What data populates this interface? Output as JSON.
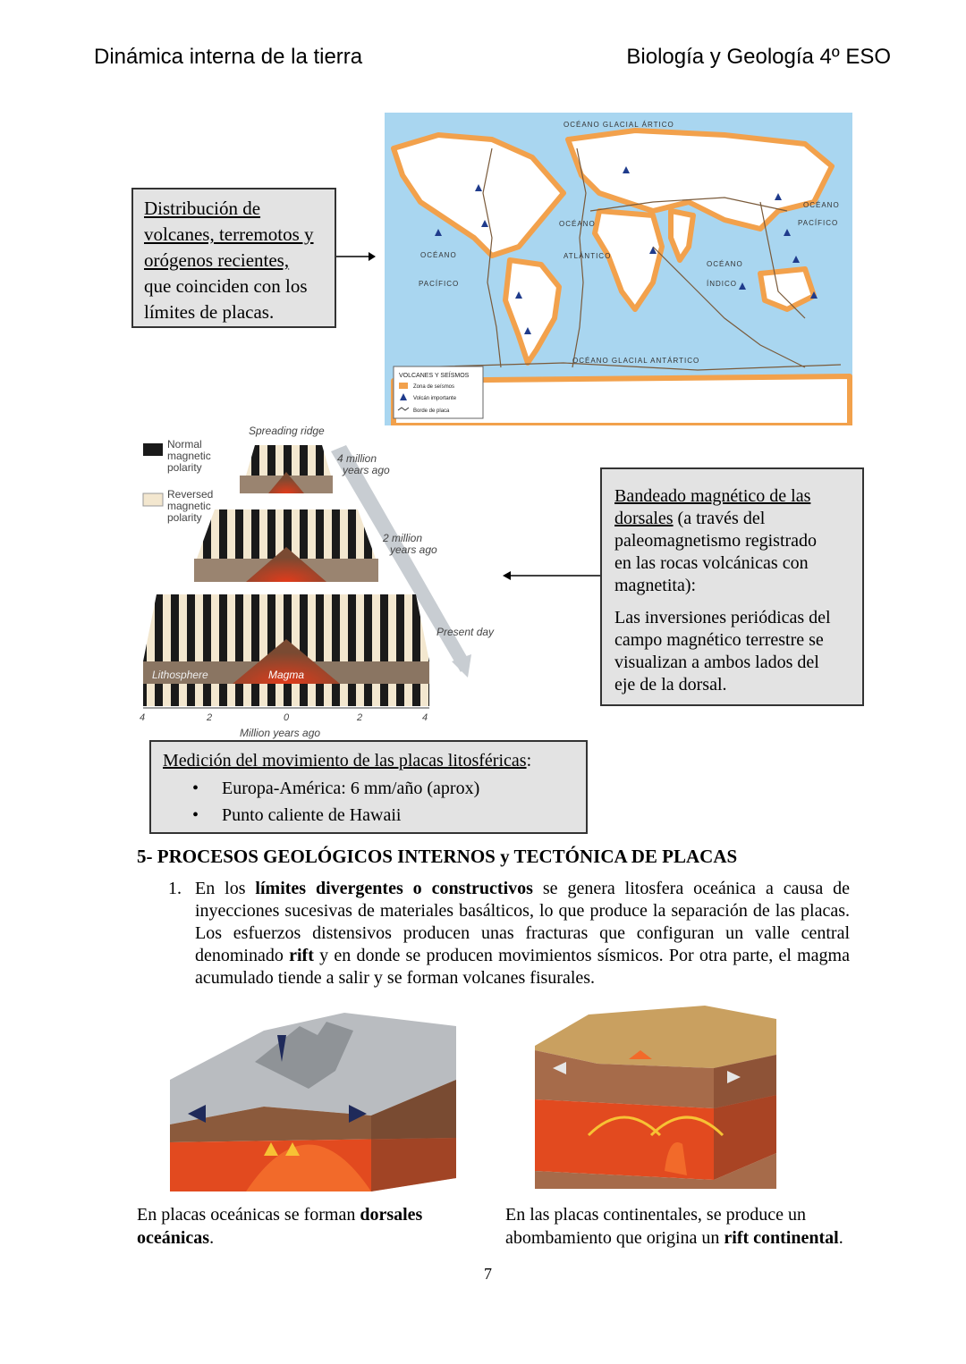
{
  "header": {
    "left": "Dinámica interna de la tierra",
    "right": "Biología y Geología 4º ESO"
  },
  "map_box": {
    "underlined": [
      "Distribución de",
      "volcanes, terremotos y",
      "orógenos recientes,"
    ],
    "plain": [
      "que coinciden con los",
      "límites de placas."
    ]
  },
  "world_map": {
    "ocean_labels": [
      "OCÉANO GLACIAL ÁRTICO",
      "OCÉANO",
      "PACÍFICO",
      "OCÉANO",
      "ATLÁNTICO",
      "OCÉANO",
      "ÍNDICO",
      "OCÉANO",
      "PACÍFICO",
      "OCÉANO GLACIAL ANTÁRTICO"
    ],
    "legend_title": "VOLCANES Y SEÍSMOS",
    "legend_items": [
      "Zona de seísmos",
      "Volcán importante",
      "Borde de placa"
    ],
    "colors": {
      "water": "#a9d6f0",
      "land": "#ffffff",
      "seismic_zone": "#f2a14c",
      "volcano": "#1f3b8c"
    }
  },
  "magnetic_figure": {
    "legend_normal": [
      "Normal",
      "magnetic",
      "polarity"
    ],
    "legend_reversed": [
      "Reversed",
      "magnetic",
      "polarity"
    ],
    "spreading_ridge": "Spreading ridge",
    "time4": [
      "4 million",
      "years ago"
    ],
    "time2": [
      "2 million",
      "years ago"
    ],
    "present": "Present day",
    "lithosphere": "Lithosphere",
    "magma": "Magma",
    "ticks": [
      "4",
      "2",
      "0",
      "2",
      "4"
    ],
    "axis_label": "Million years ago"
  },
  "magnetic_box": {
    "underlined": [
      "Bandeado magnético de las",
      "dorsales"
    ],
    "rest_first": " (a través del",
    "lines": [
      "paleomagnetismo registrado",
      "en las rocas volcánicas con",
      "magnetita):"
    ],
    "para2": [
      "Las inversiones periódicas del",
      "campo magnético terrestre se",
      "visualizan a ambos lados del",
      "eje de la dorsal."
    ]
  },
  "measure_box": {
    "title": "Medición del movimiento de las placas litosféricas",
    "title_colon": ":",
    "items": [
      "Europa-América: 6 mm/año (aprox)",
      "Punto caliente de Hawaii"
    ]
  },
  "section": {
    "heading": "5- PROCESOS GEOLÓGICOS INTERNOS y TECTÓNICA DE PLACAS",
    "item_number": "1.",
    "p_start": "En los ",
    "p_bold1": "límites divergentes o constructivos",
    "p_mid1": " se genera litosfera oceánica a causa de inyecciones sucesivas de materiales basálticos, lo que produce la separación de las placas. Los esfuerzos distensivos producen unas fracturas que configuran un valle central denominado ",
    "p_bold2": "rift",
    "p_end": " y en donde se producen movimientos sísmicos. Por otra parte, el magma acumulado tiende a salir y se forman volcanes fisurales."
  },
  "captions": {
    "left_plain": "En placas oceánicas se forman ",
    "left_bold1": "dorsales",
    "left_bold2": "oceánicas",
    "left_end": ".",
    "right_line1": "En las placas continentales, se produce un",
    "right_plain": "abombamiento que origina un ",
    "right_bold": "rift continental",
    "right_end": "."
  },
  "page_number": "7"
}
